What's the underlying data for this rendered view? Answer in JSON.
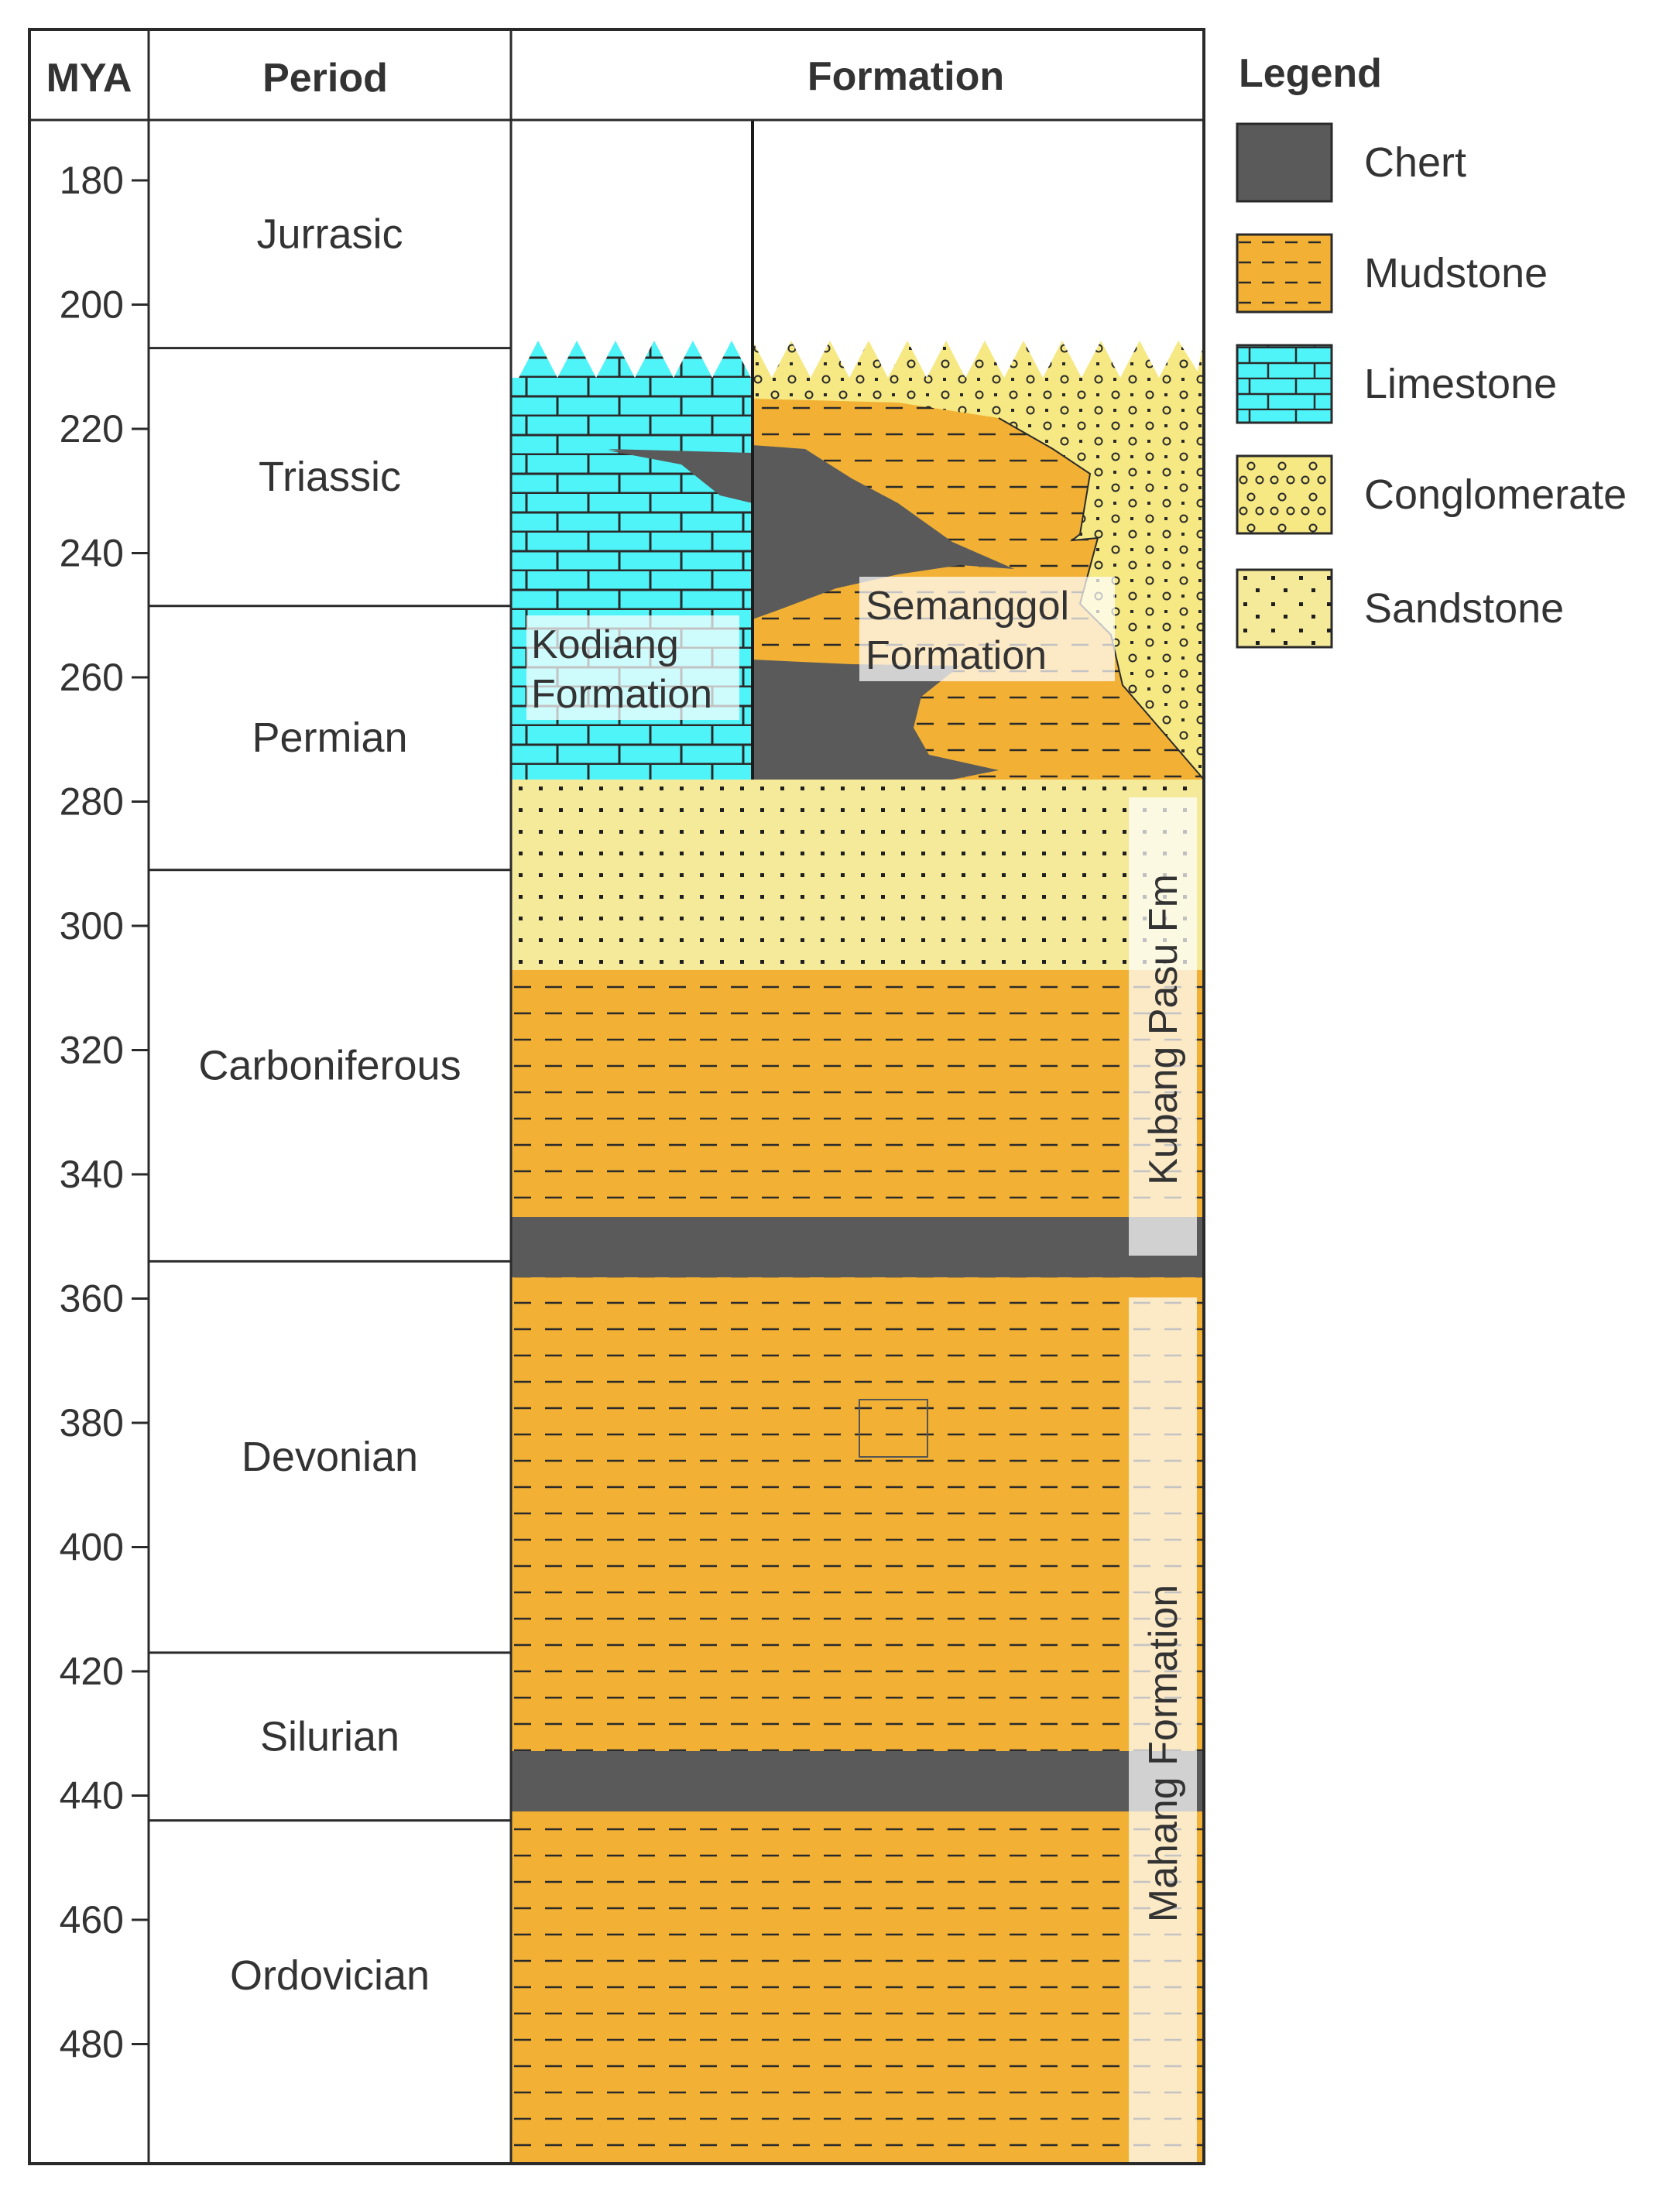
{
  "headers": {
    "mya": "MYA",
    "period": "Period",
    "formation": "Formation",
    "legend": "Legend"
  },
  "mya_ticks": [
    180,
    200,
    220,
    240,
    260,
    280,
    300,
    320,
    340,
    360,
    380,
    400,
    420,
    440,
    460,
    480
  ],
  "periods": [
    {
      "name": "Jurrasic",
      "top_mya": 170,
      "bottom_mya": 207
    },
    {
      "name": "Triassic",
      "top_mya": 207,
      "bottom_mya": 248.5
    },
    {
      "name": "Permian",
      "top_mya": 248.5,
      "bottom_mya": 291
    },
    {
      "name": "Carboniferous",
      "top_mya": 291,
      "bottom_mya": 354
    },
    {
      "name": "Devonian",
      "top_mya": 354,
      "bottom_mya": 417
    },
    {
      "name": "Silurian",
      "top_mya": 417,
      "bottom_mya": 444
    },
    {
      "name": "Ordovician",
      "top_mya": 444,
      "bottom_mya": 494
    }
  ],
  "formations": {
    "kodiang": "Kodiang Formation",
    "semanggol": "Semanggol Formation",
    "kubang_pasu": "Kubang Pasu Fm",
    "mahang": "Mahang Formation"
  },
  "legend": [
    {
      "key": "chert",
      "label": "Chert",
      "color": "#5a5a5a"
    },
    {
      "key": "mudstone",
      "label": "Mudstone",
      "color": "#f2b134"
    },
    {
      "key": "limestone",
      "label": "Limestone",
      "color": "#55f2f7"
    },
    {
      "key": "conglomerate",
      "label": "Conglomerate",
      "color": "#f6e882"
    },
    {
      "key": "sandstone",
      "label": "Sandstone",
      "color": "#f4e895"
    }
  ]
}
